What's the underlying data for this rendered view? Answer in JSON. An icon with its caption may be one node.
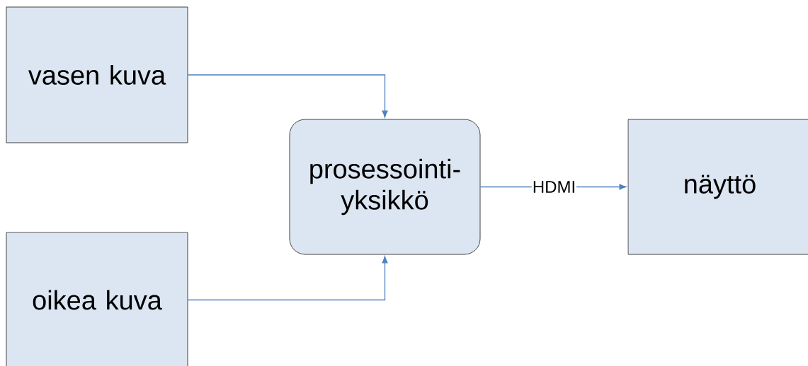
{
  "diagram": {
    "nodes": [
      {
        "text": [
          "vasen kuva"
        ]
      },
      {
        "text": [
          "oikea kuva"
        ]
      },
      {
        "text": [
          "prosessointi- yksikkö"
        ]
      },
      {
        "text": [
          "näyttö"
        ]
      }
    ],
    "edges": [
      {
        "from": 0,
        "to": 2,
        "arrow": "to"
      },
      {
        "from": 1,
        "to": 2,
        "arrow": "to"
      },
      {
        "from": 2,
        "to": 3,
        "arrow": "to",
        "label": "HDMI"
      }
    ]
  }
}
